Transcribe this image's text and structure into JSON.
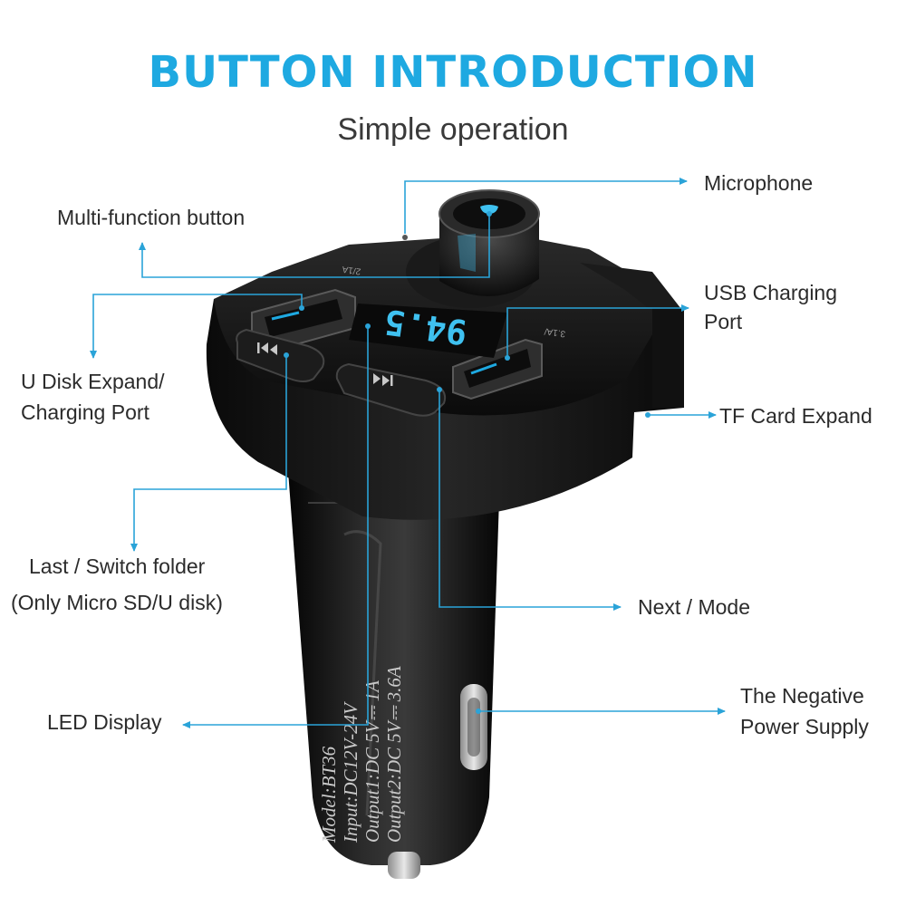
{
  "header": {
    "title": "BUTTON INTRODUCTION",
    "subtitle": "Simple operation"
  },
  "colors": {
    "accent": "#1ea9e1",
    "callout": "#2aa3d8",
    "device_body": "#141414",
    "led": "#3fc1f0"
  },
  "callouts": {
    "microphone": "Microphone",
    "multi_function_button": "Multi-function button",
    "usb_charging_port": [
      "USB Charging",
      "Port"
    ],
    "u_disk_port": [
      "U Disk Expand/",
      "Charging Port"
    ],
    "tf_card_expand": "TF Card Expand",
    "last_switch_folder": [
      "Last / Switch folder",
      "(Only Micro SD/U disk)"
    ],
    "next_mode": "Next /  Mode",
    "led_display": "LED Display",
    "negative_power_supply": [
      "The Negative",
      "Power Supply"
    ]
  },
  "device": {
    "led_reading": "94.5",
    "port_left_label": "2/1A",
    "port_right_label": "3.1A/",
    "spec_lines": [
      "Model:BT36",
      "Input:DC12V-24V",
      "Output1:DC 5V⎓ 1A",
      "Output2:DC 5V⎓ 3.6A"
    ],
    "icons": [
      "prev-track-icon",
      "next-track-icon"
    ]
  }
}
